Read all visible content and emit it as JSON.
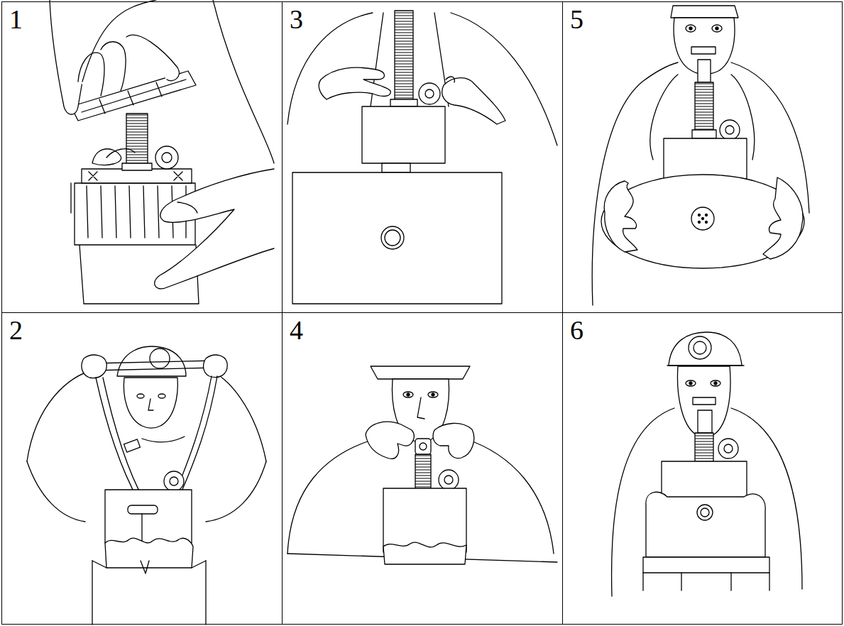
{
  "diagram": {
    "nodes": [
      {
        "text": [
          "1"
        ]
      },
      {
        "text": [
          "3"
        ]
      },
      {
        "text": [
          "5"
        ]
      },
      {
        "text": [
          "2"
        ]
      },
      {
        "text": [
          "4"
        ]
      },
      {
        "text": [
          "6"
        ]
      }
    ]
  }
}
